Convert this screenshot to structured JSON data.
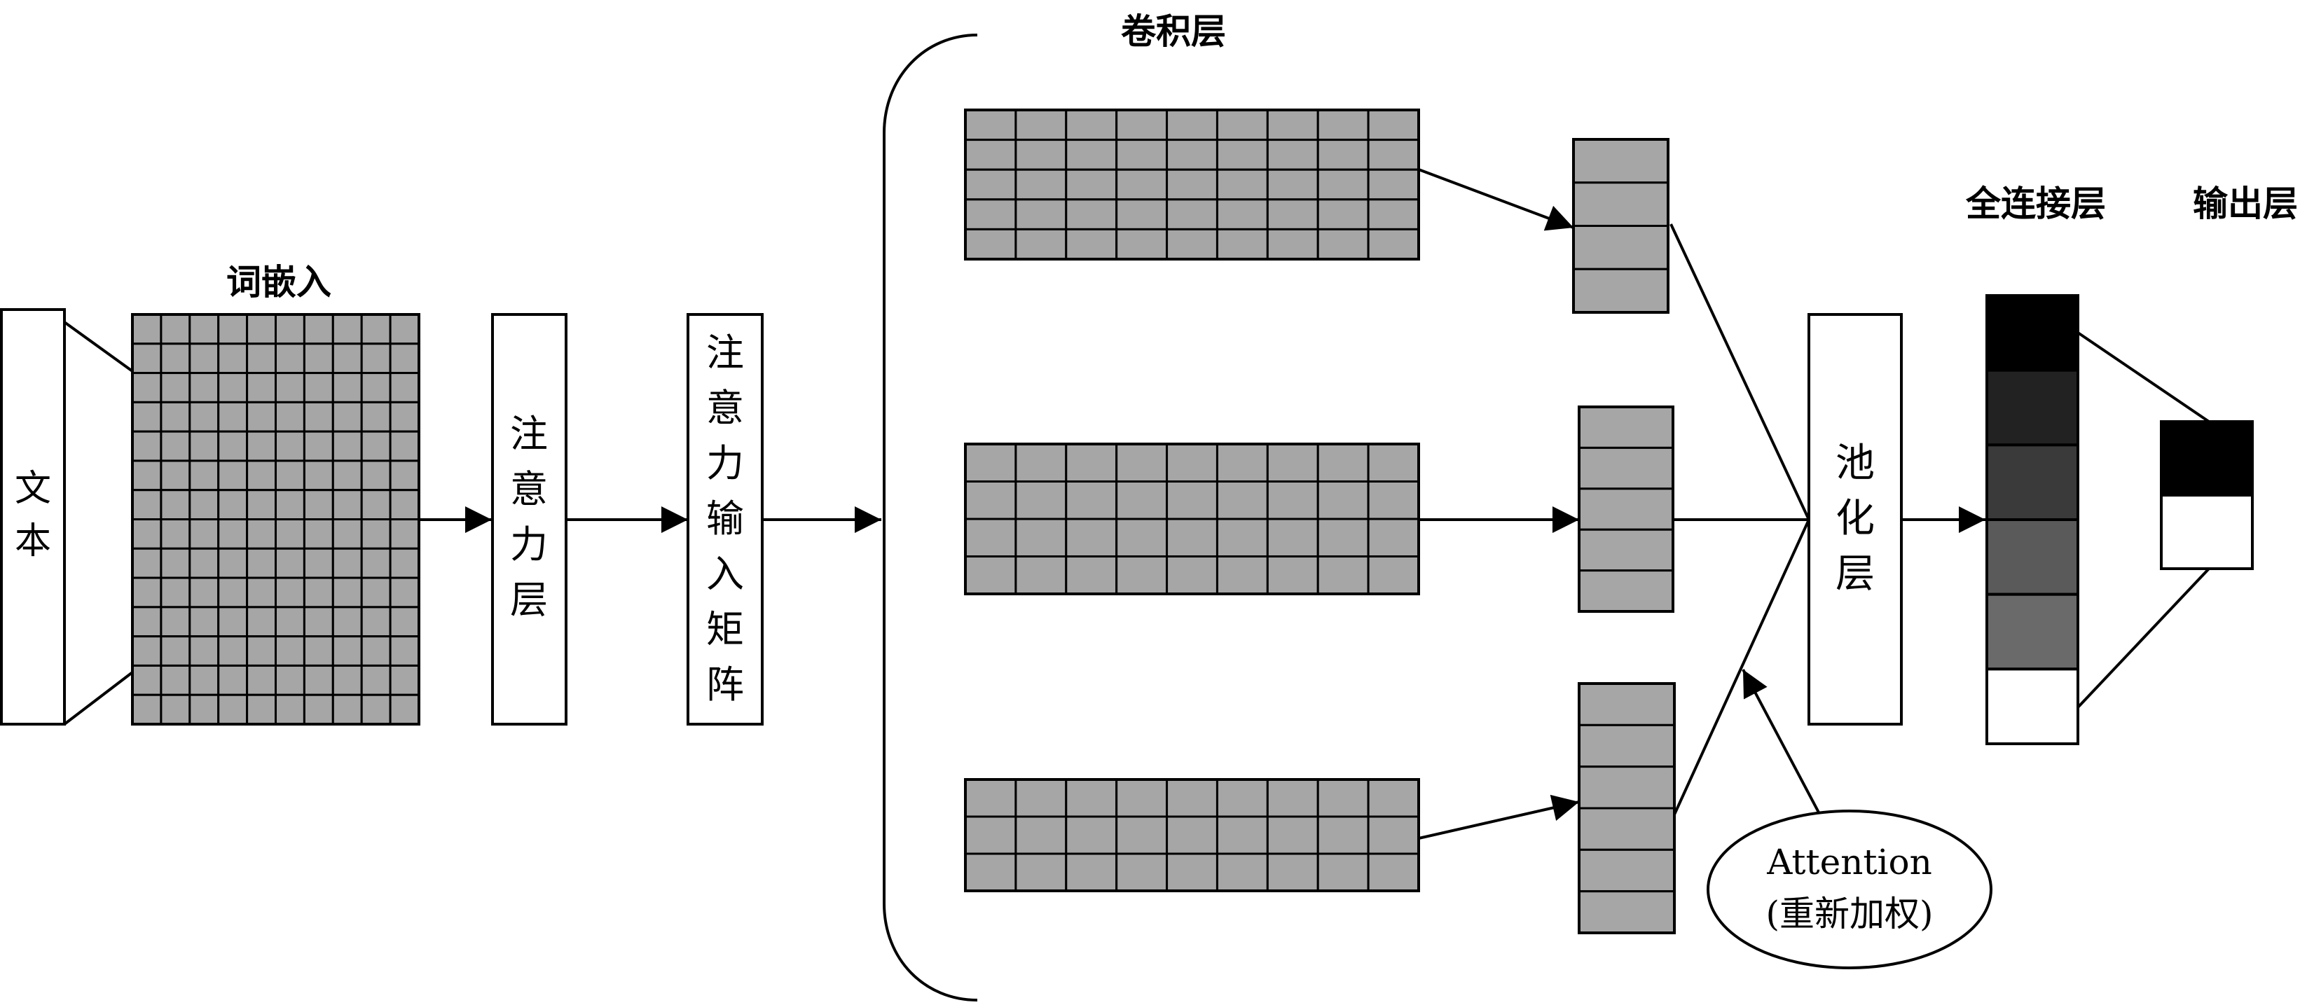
{
  "labels": {
    "text_input": "文本",
    "word_embedding": "词嵌入",
    "attention_layer": "注意力层",
    "attention_input_matrix": "注意力输入矩阵",
    "conv_layer": "卷积层",
    "pooling_layer": "池化层",
    "fc_layer": "全连接层",
    "output_layer": "输出层",
    "attention_reweight_line1": "Attention",
    "attention_reweight_line2": "(重新加权)"
  },
  "colors": {
    "grid_fill": "#a6a6a6",
    "stroke": "#000000",
    "fc_shades": [
      "#000000",
      "#222222",
      "#3a3a3a",
      "#5a5a5a",
      "#6a6a6a",
      "#ffffff"
    ],
    "output_shades": [
      "#000000",
      "#ffffff"
    ]
  }
}
